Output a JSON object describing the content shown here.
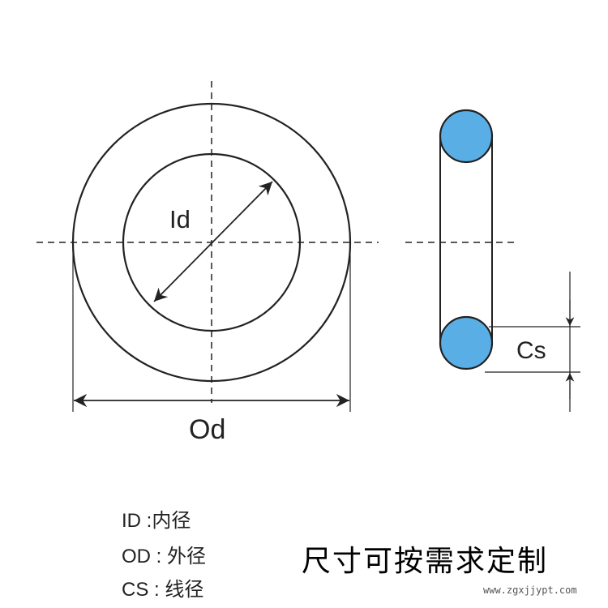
{
  "labels": {
    "id": "Id",
    "od": "Od",
    "cs": "Cs"
  },
  "legend": [
    {
      "key": "ID",
      "sep": " :",
      "value": "内径"
    },
    {
      "key": "OD",
      "sep": " : ",
      "value": "外径"
    },
    {
      "key": "CS",
      "sep": " : ",
      "value": "线径"
    }
  ],
  "slogan": "尺寸可按需求定制",
  "watermark": "www.zgxjjypt.com",
  "colors": {
    "cross_section_fill": "#5aaee6",
    "line": "#222222"
  }
}
